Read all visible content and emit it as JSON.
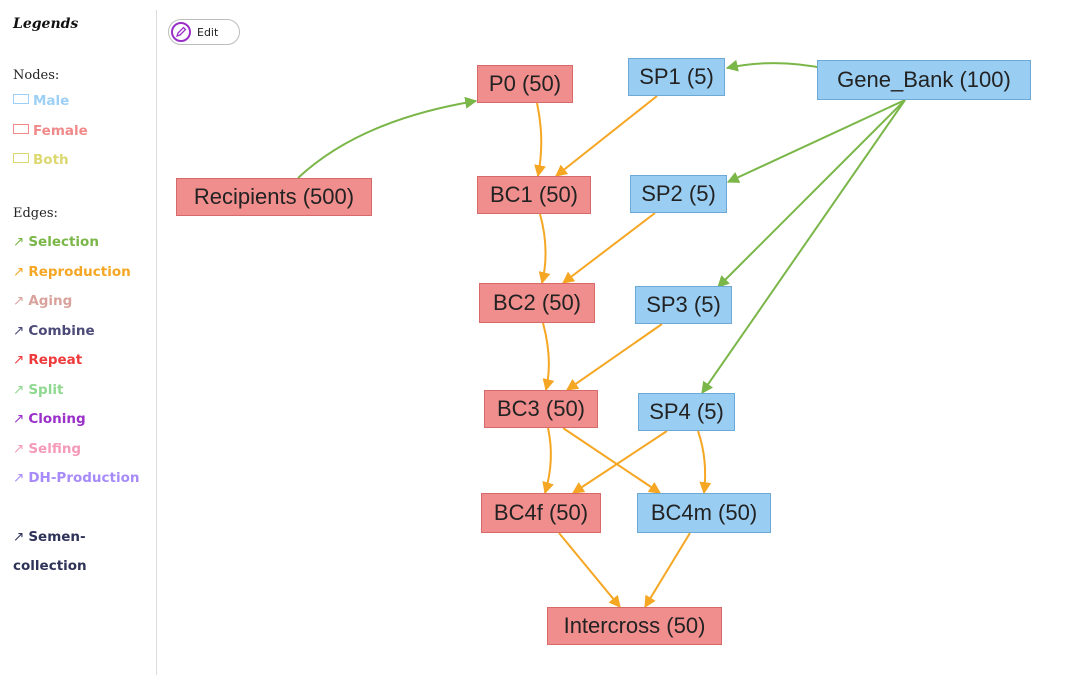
{
  "legend": {
    "title": "Legends",
    "nodes_heading": "Nodes:",
    "node_types": [
      {
        "label": "Male",
        "color": "#9dd0f5"
      },
      {
        "label": "Female",
        "color": "#f08a8a"
      },
      {
        "label": "Both",
        "color": "#dcd870"
      }
    ],
    "edges_heading": "Edges:",
    "edge_types": [
      {
        "label": "Selection",
        "color": "#7ab648"
      },
      {
        "label": "Reproduction",
        "color": "#f5a623"
      },
      {
        "label": "Aging",
        "color": "#d9a29c"
      },
      {
        "label": "Combine",
        "color": "#4b4a78"
      },
      {
        "label": "Repeat",
        "color": "#ee3a3a"
      },
      {
        "label": "Split",
        "color": "#8fd88f"
      },
      {
        "label": "Cloning",
        "color": "#9b2fc9"
      },
      {
        "label": "Selfing",
        "color": "#f59ab8"
      },
      {
        "label": "DH-Production",
        "color": "#a78bfa"
      },
      {
        "label": "Semen-collection",
        "color": "#2f3358"
      }
    ],
    "arrow_glyph": "↗"
  },
  "toolbar": {
    "edit_label": "Edit",
    "edit_icon": "pencil-icon"
  },
  "graph": {
    "nodes": [
      {
        "id": "P0",
        "label": "P0 (50)",
        "sex": "female"
      },
      {
        "id": "SP1",
        "label": "SP1 (5)",
        "sex": "male"
      },
      {
        "id": "GB",
        "label": "Gene_Bank (100)",
        "sex": "male"
      },
      {
        "id": "REC",
        "label": "Recipients (500)",
        "sex": "female"
      },
      {
        "id": "BC1",
        "label": "BC1 (50)",
        "sex": "female"
      },
      {
        "id": "SP2",
        "label": "SP2 (5)",
        "sex": "male"
      },
      {
        "id": "BC2",
        "label": "BC2 (50)",
        "sex": "female"
      },
      {
        "id": "SP3",
        "label": "SP3 (5)",
        "sex": "male"
      },
      {
        "id": "BC3",
        "label": "BC3 (50)",
        "sex": "female"
      },
      {
        "id": "SP4",
        "label": "SP4 (5)",
        "sex": "male"
      },
      {
        "id": "BC4f",
        "label": "BC4f (50)",
        "sex": "female"
      },
      {
        "id": "BC4m",
        "label": "BC4m (50)",
        "sex": "male"
      },
      {
        "id": "IC",
        "label": "Intercross (50)",
        "sex": "female"
      }
    ],
    "edges": [
      {
        "from": "REC",
        "to": "P0",
        "type": "Selection"
      },
      {
        "from": "GB",
        "to": "SP1",
        "type": "Selection"
      },
      {
        "from": "GB",
        "to": "SP2",
        "type": "Selection"
      },
      {
        "from": "GB",
        "to": "SP3",
        "type": "Selection"
      },
      {
        "from": "GB",
        "to": "SP4",
        "type": "Selection"
      },
      {
        "from": "P0",
        "to": "BC1",
        "type": "Reproduction"
      },
      {
        "from": "SP1",
        "to": "BC1",
        "type": "Reproduction"
      },
      {
        "from": "BC1",
        "to": "BC2",
        "type": "Reproduction"
      },
      {
        "from": "SP2",
        "to": "BC2",
        "type": "Reproduction"
      },
      {
        "from": "BC2",
        "to": "BC3",
        "type": "Reproduction"
      },
      {
        "from": "SP3",
        "to": "BC3",
        "type": "Reproduction"
      },
      {
        "from": "BC3",
        "to": "BC4f",
        "type": "Reproduction"
      },
      {
        "from": "BC3",
        "to": "BC4m",
        "type": "Reproduction"
      },
      {
        "from": "SP4",
        "to": "BC4f",
        "type": "Reproduction"
      },
      {
        "from": "SP4",
        "to": "BC4m",
        "type": "Reproduction"
      },
      {
        "from": "BC4f",
        "to": "IC",
        "type": "Reproduction"
      },
      {
        "from": "BC4m",
        "to": "IC",
        "type": "Reproduction"
      }
    ]
  }
}
